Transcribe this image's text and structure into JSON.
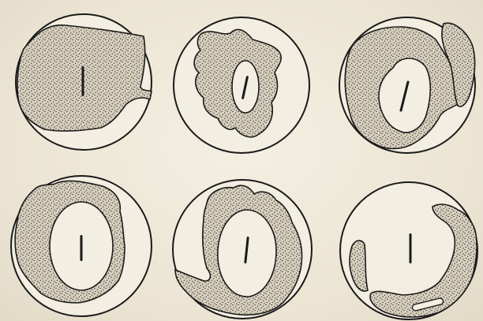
{
  "figure": {
    "panel_count": 6,
    "colors": {
      "paper": "#ede7d8",
      "ink": "#1a1a1a",
      "stipple_fill": "#d7cfbd",
      "clear_zone": "#f3eee2"
    },
    "panels": [
      {
        "name": "panel-1",
        "row": 1,
        "column": 1
      },
      {
        "name": "panel-2",
        "row": 1,
        "column": 2
      },
      {
        "name": "panel-3",
        "row": 1,
        "column": 3
      },
      {
        "name": "panel-4",
        "row": 2,
        "column": 1
      },
      {
        "name": "panel-5",
        "row": 2,
        "column": 2
      },
      {
        "name": "panel-6",
        "row": 2,
        "column": 3
      }
    ]
  }
}
